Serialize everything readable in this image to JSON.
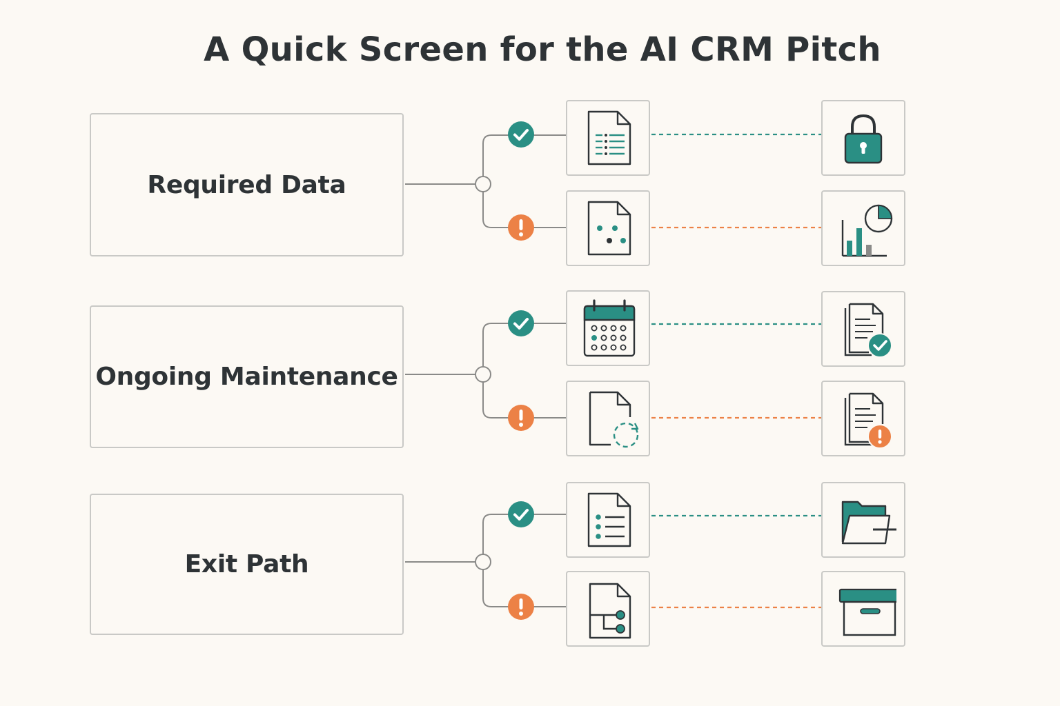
{
  "title": "A Quick Screen for the AI CRM Pitch",
  "colors": {
    "teal": "#2a8f84",
    "orange": "#ec8146",
    "line": "#8a8a88",
    "ink": "#2e3336"
  },
  "categories": [
    {
      "label": "Required Data",
      "good": {
        "badge": "check-badge-icon",
        "icon": "document-list-icon",
        "outcome_icon": "lock-icon"
      },
      "bad": {
        "badge": "alert-badge-icon",
        "icon": "scattered-data-document-icon",
        "outcome_icon": "analytics-chart-icon"
      }
    },
    {
      "label": "Ongoing Maintenance",
      "good": {
        "badge": "check-badge-icon",
        "icon": "calendar-icon",
        "outcome_icon": "documents-approved-icon"
      },
      "bad": {
        "badge": "alert-badge-icon",
        "icon": "document-sync-icon",
        "outcome_icon": "documents-warning-icon"
      }
    },
    {
      "label": "Exit Path",
      "good": {
        "badge": "check-badge-icon",
        "icon": "document-checklist-icon",
        "outcome_icon": "folder-export-icon"
      },
      "bad": {
        "badge": "alert-badge-icon",
        "icon": "document-branch-icon",
        "outcome_icon": "archive-box-icon"
      }
    }
  ]
}
